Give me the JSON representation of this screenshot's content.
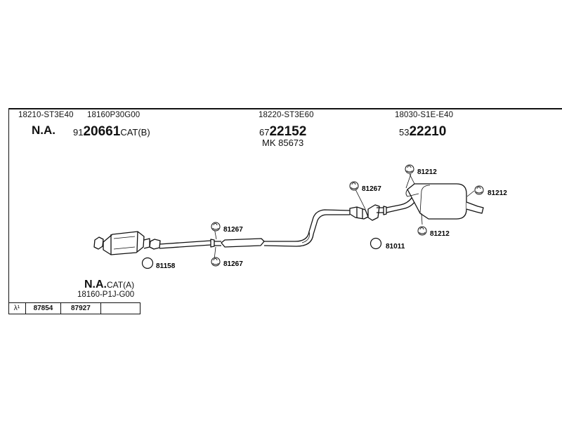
{
  "header": {
    "parts": [
      {
        "id": "p1",
        "text": "18210-ST3E40"
      },
      {
        "id": "p2",
        "text": "18160P30G00"
      },
      {
        "id": "p3",
        "text": "18220-ST3E60"
      },
      {
        "id": "p4",
        "text": "18030-S1E-E40"
      }
    ],
    "na_label": "N.A.",
    "code_catb": {
      "prefix": "91",
      "big": "20661",
      "suffix": "CAT(B)"
    },
    "code_mid": {
      "prefix": "67",
      "big": "22152"
    },
    "mk": "MK 85673",
    "code_right": {
      "prefix": "53",
      "big": "22210"
    }
  },
  "footer": {
    "na_cat_bold": "N.A.",
    "na_cat_suffix": "CAT(A)",
    "na_cat_part": "18160-P1J-G00",
    "table": [
      "λ¹",
      "87854",
      "87927",
      ""
    ]
  },
  "callouts": [
    {
      "id": "c1",
      "text": "81158"
    },
    {
      "id": "c2",
      "text": "81267"
    },
    {
      "id": "c3",
      "text": "81267"
    },
    {
      "id": "c4",
      "text": "81267"
    },
    {
      "id": "c5",
      "text": "81011"
    },
    {
      "id": "c6",
      "text": "81212"
    },
    {
      "id": "c7",
      "text": "81212"
    },
    {
      "id": "c8",
      "text": "81212"
    }
  ]
}
